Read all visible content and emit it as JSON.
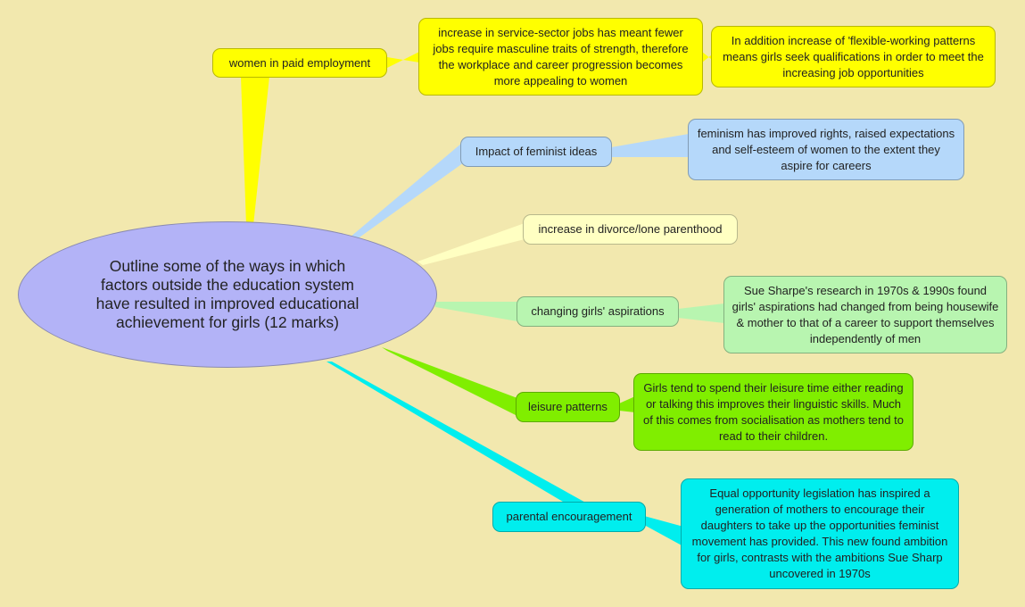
{
  "root": {
    "text": "Outline some of the ways in which factors outside the education system have resulted in improved educational achievement for girls (12 marks)",
    "color": "#b3b3f7"
  },
  "branches": [
    {
      "label": "women in paid employment",
      "color": "#ffff00",
      "details": [
        "increase in service-sector jobs has meant fewer jobs require masculine traits of strength, therefore the workplace and career progression becomes more appealing to women",
        "In addition increase of 'flexible-working patterns means girls seek qualifications in order to meet the increasing job opportunities"
      ]
    },
    {
      "label": "Impact of feminist ideas",
      "color": "#b5d8fa",
      "details": [
        "feminism has improved rights, raised expectations and self-esteem of women to the extent they aspire for careers"
      ]
    },
    {
      "label": "increase in divorce/lone parenthood",
      "color": "#ffffc2",
      "details": []
    },
    {
      "label": "changing girls' aspirations",
      "color": "#b8f5b0",
      "details": [
        "Sue Sharpe's research in 1970s & 1990s found girls' aspirations had changed from being housewife & mother to that of a career to support themselves independently of men"
      ]
    },
    {
      "label": "leisure patterns",
      "color": "#80ee00",
      "details": [
        "Girls tend to spend their leisure time either reading or talking this improves their linguistic skills. Much of this comes from socialisation as mothers tend to read to their children."
      ]
    },
    {
      "label": "parental encouragement",
      "color": "#00eeee",
      "details": [
        "Equal opportunity legislation has inspired a generation of mothers to encourage their daughters to take up the opportunities feminist movement has provided. This new found ambition for girls, contrasts with the ambitions Sue Sharp uncovered in 1970s"
      ]
    }
  ]
}
